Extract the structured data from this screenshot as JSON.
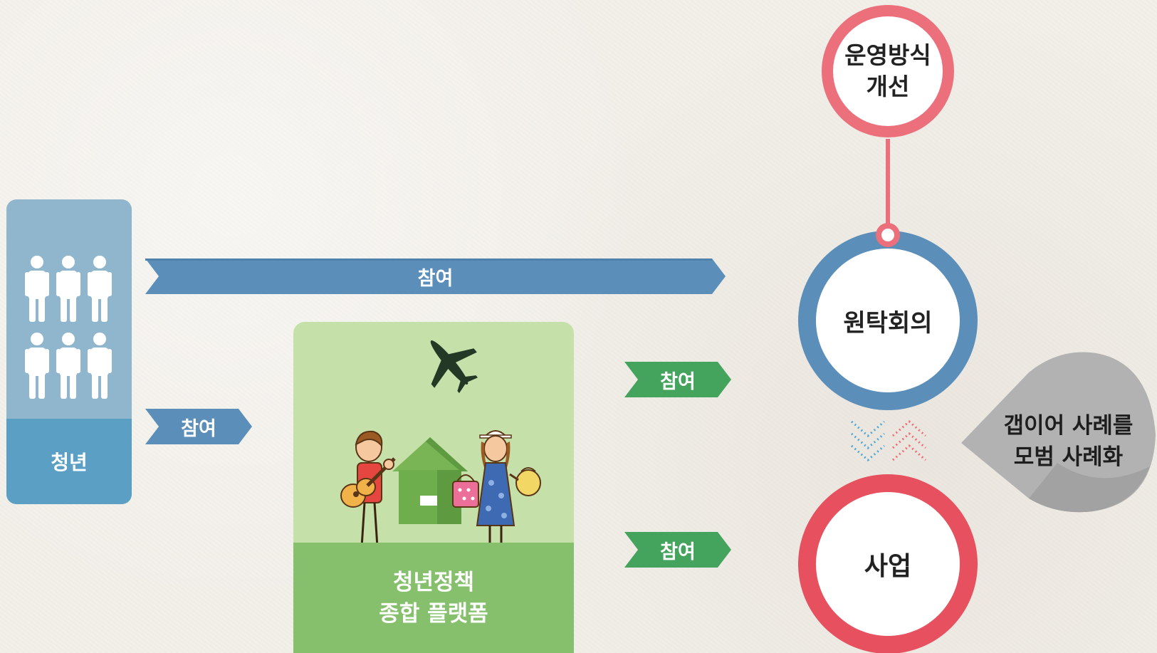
{
  "youth": {
    "label": "청년",
    "icon": "people-group-icon",
    "color_top": "#8fb6cc",
    "color_bottom": "#5b9fc5"
  },
  "arrows": {
    "main_participation": {
      "label": "참여",
      "color": "#5b8fba"
    },
    "youth_to_platform": {
      "label": "참여",
      "color": "#5b8fba"
    },
    "platform_to_meeting": {
      "label": "참여",
      "color": "#44a35c"
    },
    "platform_to_project": {
      "label": "참여",
      "color": "#44a35c"
    }
  },
  "platform": {
    "line1": "청년정책",
    "line2": "종합 플랫폼",
    "icons": [
      "airplane-icon",
      "guitar-player-icon",
      "house-icon",
      "shopper-icon"
    ],
    "color_top": "#c6e0aa",
    "color_bottom": "#86c06c"
  },
  "operation": {
    "line1": "운영방식",
    "line2": "개선",
    "color": "#ec6f7c"
  },
  "meeting": {
    "label": "원탁회의",
    "color": "#5b8fba"
  },
  "project": {
    "label": "사업",
    "color": "#e7505e"
  },
  "case_bubble": {
    "line1": "갭이어 사례를",
    "line2": "모범 사례화",
    "color": "#b2b2b2"
  },
  "exchange_arrows": {
    "down_color": "#4fa7d9",
    "up_color": "#ee6d77"
  }
}
